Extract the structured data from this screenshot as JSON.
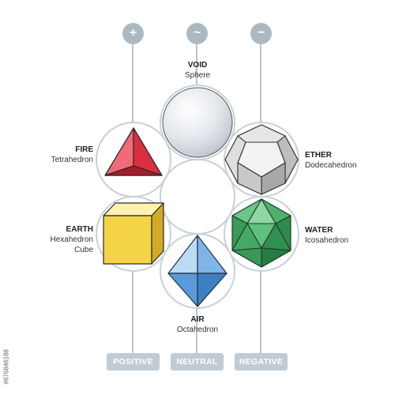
{
  "colors": {
    "line": "#b8c4cc",
    "ring_stroke": "#c8d1d8",
    "badge_bg": "#aab8c2",
    "pill_bg": "#c2cbd2",
    "fire": "#e04050",
    "earth": "#f0c832",
    "air": "#4a90d8",
    "water": "#3ea860",
    "ether": "#b0b0b0",
    "void": "#d8dde2"
  },
  "badges": [
    {
      "symbol": "+",
      "icon": "plus-icon"
    },
    {
      "symbol": "~",
      "icon": "tilde-icon"
    },
    {
      "symbol": "−",
      "icon": "minus-icon"
    }
  ],
  "elements": {
    "void": {
      "name": "VOID",
      "solid": "Sphere"
    },
    "fire": {
      "name": "FIRE",
      "solid": "Tetrahedron"
    },
    "ether": {
      "name": "ETHER",
      "solid": "Dodecahedron"
    },
    "earth": {
      "name": "EARTH",
      "solid": "Hexahedron",
      "solid2": "Cube"
    },
    "water": {
      "name": "WATER",
      "solid": "Icosahedron"
    },
    "air": {
      "name": "AIR",
      "solid": "Octahedron"
    }
  },
  "polarities": {
    "positive": "POSITIVE",
    "neutral": "NEUTRAL",
    "negative": "NEGATIVE"
  },
  "credit": "#676846188"
}
